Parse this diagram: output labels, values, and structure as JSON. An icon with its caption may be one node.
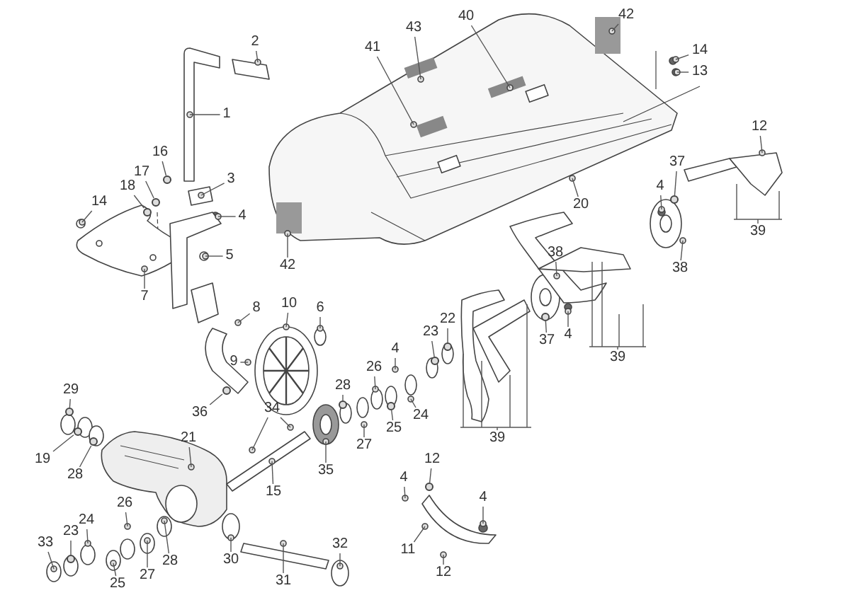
{
  "diagram": {
    "nodes": [
      {
        "text": [
          "43"
        ]
      },
      {
        "text": [
          "40"
        ]
      },
      {
        "text": [
          "42"
        ]
      },
      {
        "text": [
          "2"
        ]
      },
      {
        "text": [
          "41"
        ]
      },
      {
        "text": [
          "14"
        ]
      },
      {
        "text": [
          "13"
        ]
      },
      {
        "text": [
          "1"
        ]
      },
      {
        "text": [
          "12"
        ]
      },
      {
        "text": [
          "16"
        ]
      },
      {
        "text": [
          "3"
        ]
      },
      {
        "text": [
          "17"
        ]
      },
      {
        "text": [
          "18"
        ]
      },
      {
        "text": [
          "14"
        ]
      },
      {
        "text": [
          "20"
        ]
      },
      {
        "text": [
          "4"
        ]
      },
      {
        "text": [
          "37"
        ]
      },
      {
        "text": [
          "4"
        ]
      },
      {
        "text": [
          "39"
        ]
      },
      {
        "text": [
          "5"
        ]
      },
      {
        "text": [
          "38"
        ]
      },
      {
        "text": [
          "38"
        ]
      },
      {
        "text": [
          "42"
        ]
      },
      {
        "text": [
          "7"
        ]
      },
      {
        "text": [
          "10"
        ]
      },
      {
        "text": [
          "8"
        ]
      },
      {
        "text": [
          "6"
        ]
      },
      {
        "text": [
          "22"
        ]
      },
      {
        "text": [
          "23"
        ]
      },
      {
        "text": [
          "37"
        ]
      },
      {
        "text": [
          "4"
        ]
      },
      {
        "text": [
          "4"
        ]
      },
      {
        "text": [
          "39"
        ]
      },
      {
        "text": [
          "9"
        ]
      },
      {
        "text": [
          "26"
        ]
      },
      {
        "text": [
          "28"
        ]
      },
      {
        "text": [
          "29"
        ]
      },
      {
        "text": [
          "36"
        ]
      },
      {
        "text": [
          "34"
        ]
      },
      {
        "text": [
          "24"
        ]
      },
      {
        "text": [
          "25"
        ]
      },
      {
        "text": [
          "39"
        ]
      },
      {
        "text": [
          "21"
        ]
      },
      {
        "text": [
          "27"
        ]
      },
      {
        "text": [
          "19"
        ]
      },
      {
        "text": [
          "12"
        ]
      },
      {
        "text": [
          "28"
        ]
      },
      {
        "text": [
          "35"
        ]
      },
      {
        "text": [
          "4"
        ]
      },
      {
        "text": [
          "15"
        ]
      },
      {
        "text": [
          "4"
        ]
      },
      {
        "text": [
          "26"
        ]
      },
      {
        "text": [
          "24"
        ]
      },
      {
        "text": [
          "23"
        ]
      },
      {
        "text": [
          "33"
        ]
      },
      {
        "text": [
          "32"
        ]
      },
      {
        "text": [
          "11"
        ]
      },
      {
        "text": [
          "30"
        ]
      },
      {
        "text": [
          "28"
        ]
      },
      {
        "text": [
          "27"
        ]
      },
      {
        "text": [
          "12"
        ]
      },
      {
        "text": [
          "31"
        ]
      },
      {
        "text": [
          "25"
        ]
      },
      {
        "text": [],
        "shape": "circle"
      },
      {
        "text": [],
        "shape": "circle"
      },
      {
        "text": [],
        "shape": "circle"
      },
      {
        "text": [],
        "shape": "circle"
      },
      {
        "text": [],
        "shape": "circle"
      },
      {
        "text": [],
        "shape": "circle"
      },
      {
        "text": [],
        "shape": "circle"
      },
      {
        "text": [],
        "shape": "circle"
      },
      {
        "text": [],
        "shape": "circle"
      },
      {
        "text": [],
        "shape": "circle"
      },
      {
        "text": [],
        "shape": "circle"
      },
      {
        "text": [],
        "shape": "circle"
      },
      {
        "text": [],
        "shape": "circle"
      },
      {
        "text": [],
        "shape": "circle"
      },
      {
        "text": [],
        "shape": "circle"
      }
    ],
    "edges": [
      {
        "from": 0,
        "to": null,
        "arrow": "none"
      },
      {
        "from": 1,
        "to": null,
        "arrow": "none"
      },
      {
        "from": 2,
        "to": null,
        "arrow": "none"
      },
      {
        "from": 3,
        "to": null,
        "arrow": "none"
      },
      {
        "from": 4,
        "to": null,
        "arrow": "none"
      },
      {
        "from": 5,
        "to": null,
        "arrow": "none"
      },
      {
        "from": 6,
        "to": null,
        "arrow": "none"
      },
      {
        "from": 7,
        "to": null,
        "arrow": "none"
      },
      {
        "from": 8,
        "to": null,
        "arrow": "none"
      },
      {
        "from": 9,
        "to": 63,
        "arrow": "none"
      },
      {
        "from": 10,
        "to": null,
        "arrow": "none"
      },
      {
        "from": 11,
        "to": 64,
        "arrow": "none"
      },
      {
        "from": 12,
        "to": 77,
        "arrow": "none"
      },
      {
        "from": 13,
        "to": null,
        "arrow": "none"
      },
      {
        "from": 14,
        "to": null,
        "arrow": "none"
      },
      {
        "from": 15,
        "to": null,
        "arrow": "none"
      },
      {
        "from": 16,
        "to": 65,
        "arrow": "none"
      },
      {
        "from": 17,
        "to": null,
        "arrow": "none"
      },
      {
        "from": 19,
        "to": null,
        "arrow": "none"
      },
      {
        "from": 20,
        "to": null,
        "arrow": "none"
      },
      {
        "from": 21,
        "to": null,
        "arrow": "none"
      },
      {
        "from": 22,
        "to": null,
        "arrow": "none"
      },
      {
        "from": 23,
        "to": null,
        "arrow": "none"
      },
      {
        "from": 24,
        "to": null,
        "arrow": "none"
      },
      {
        "from": 25,
        "to": null,
        "arrow": "none"
      },
      {
        "from": 26,
        "to": null,
        "arrow": "none"
      },
      {
        "from": 27,
        "to": 66,
        "arrow": "none"
      },
      {
        "from": 28,
        "to": 67,
        "arrow": "none"
      },
      {
        "from": 29,
        "to": 68,
        "arrow": "none"
      },
      {
        "from": 30,
        "to": null,
        "arrow": "none"
      },
      {
        "from": 31,
        "to": null,
        "arrow": "none"
      },
      {
        "from": 33,
        "to": null,
        "arrow": "none"
      },
      {
        "from": 34,
        "to": null,
        "arrow": "none"
      },
      {
        "from": 35,
        "to": 69,
        "arrow": "none"
      },
      {
        "from": 36,
        "to": 76,
        "arrow": "none"
      },
      {
        "from": 37,
        "to": 70,
        "arrow": "none"
      },
      {
        "from": 38,
        "to": null,
        "arrow": "none"
      },
      {
        "from": 38,
        "to": null,
        "arrow": "none"
      },
      {
        "from": 39,
        "to": null,
        "arrow": "none"
      },
      {
        "from": 40,
        "to": 71,
        "arrow": "none"
      },
      {
        "from": 42,
        "to": null,
        "arrow": "none"
      },
      {
        "from": 43,
        "to": null,
        "arrow": "none"
      },
      {
        "from": 44,
        "to": 72,
        "arrow": "none"
      },
      {
        "from": 45,
        "to": 73,
        "arrow": "none"
      },
      {
        "from": 46,
        "to": 74,
        "arrow": "none"
      },
      {
        "from": 47,
        "to": null,
        "arrow": "none"
      },
      {
        "from": 48,
        "to": null,
        "arrow": "none"
      },
      {
        "from": 49,
        "to": null,
        "arrow": "none"
      },
      {
        "from": 50,
        "to": null,
        "arrow": "none"
      },
      {
        "from": 51,
        "to": null,
        "arrow": "none"
      },
      {
        "from": 52,
        "to": null,
        "arrow": "none"
      },
      {
        "from": 53,
        "to": 75,
        "arrow": "none"
      },
      {
        "from": 54,
        "to": null,
        "arrow": "none"
      },
      {
        "from": 55,
        "to": null,
        "arrow": "none"
      },
      {
        "from": 56,
        "to": null,
        "arrow": "none"
      },
      {
        "from": 57,
        "to": null,
        "arrow": "none"
      },
      {
        "from": 58,
        "to": null,
        "arrow": "none"
      },
      {
        "from": 59,
        "to": null,
        "arrow": "none"
      },
      {
        "from": 60,
        "to": null,
        "arrow": "none"
      },
      {
        "from": 61,
        "to": null,
        "arrow": "none"
      },
      {
        "from": 62,
        "to": null,
        "arrow": "none"
      }
    ]
  }
}
